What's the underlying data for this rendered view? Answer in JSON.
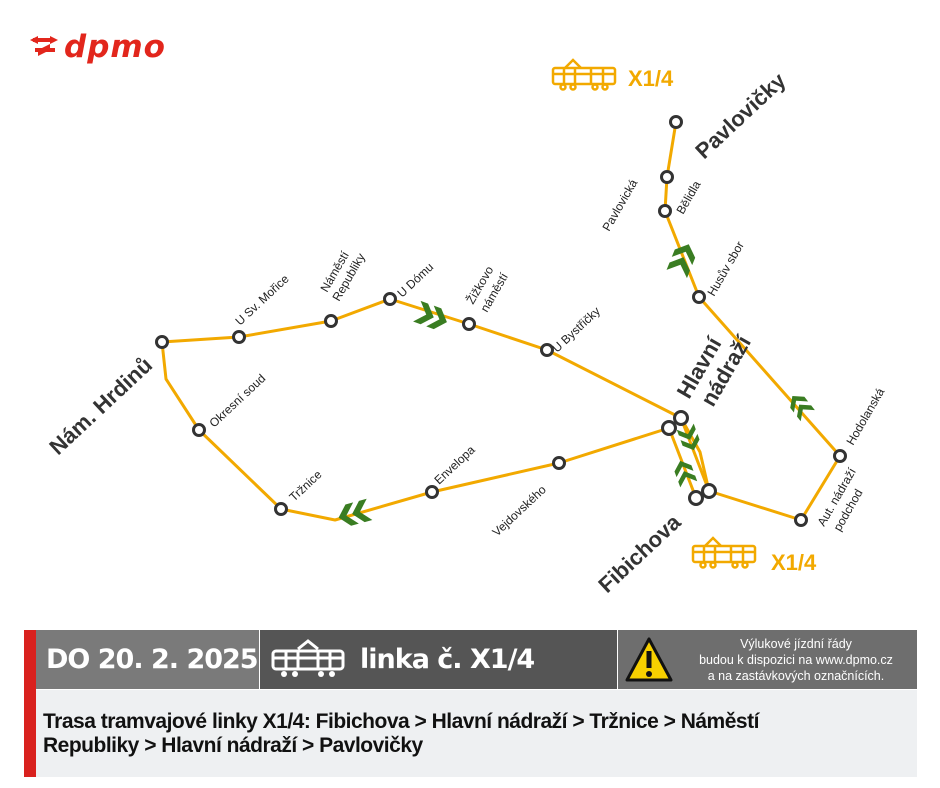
{
  "logo": {
    "text": "dpmo",
    "color": "#e2261c"
  },
  "line_badges": [
    {
      "label": "X1/4"
    },
    {
      "label": "X1/4"
    }
  ],
  "terminals": {
    "pavlovicky": "Pavlovičky",
    "nam_hrdinu": "Nám. Hrdinů",
    "hlavni_nadrazi_1": "Hlavní",
    "hlavni_nadrazi_2": "nádraží",
    "fibichova": "Fibichova"
  },
  "stops": {
    "pavlovicka": "Pavlovická",
    "belidla": "Bělidla",
    "husuv_sbor": "Husův sbor",
    "hodolanska": "Hodolanská",
    "aut_nadrazi_1": "Aut. nádraží",
    "aut_nadrazi_2": "podchod",
    "u_bystricky": "U Bystřičky",
    "zizkovo_1": "Žižkovo",
    "zizkovo_2": "náměstí",
    "u_domu": "U Dómu",
    "nam_rep_1": "Náměstí",
    "nam_rep_2": "Republiky",
    "u_sv_morice": "U Sv. Mořice",
    "okresni_soud": "Okresní soud",
    "trznice": "Tržnice",
    "envelopa": "Envelopa",
    "vejdovskeho": "Vejdovského"
  },
  "colors": {
    "route": "#f2a900",
    "arrow": "#3a7d22",
    "stop_ring": "#333333",
    "banner_red": "#d9211e"
  },
  "banner": {
    "date": "DO 20. 2. 2025",
    "line": "linka č. X1/4",
    "notice_1": "Výlukové jízdní řády",
    "notice_2": "budou k dispozici na www.dpmo.cz",
    "notice_3": "a na zastávkových označnících.",
    "route_1": "Trasa tramvajové linky X1/4: Fibichova > Hlavní nádraží > Tržnice > Náměstí",
    "route_2": "Republiky > Hlavní nádraží > Pavlovičky"
  }
}
